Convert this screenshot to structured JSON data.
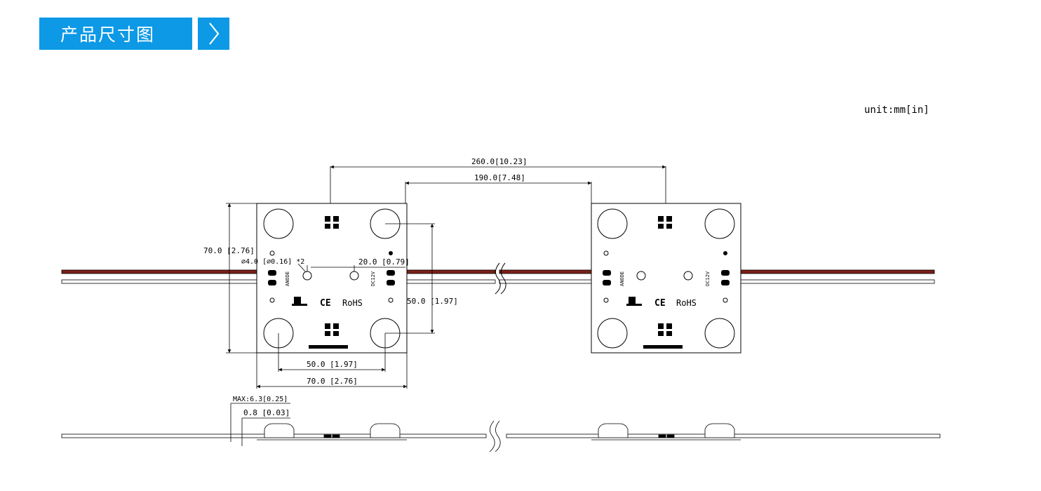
{
  "header": {
    "title": "产品尺寸图",
    "arrow_icon": "chevron-right-icon",
    "color": "#0d99e6"
  },
  "unit_label": "unit:mm[in]",
  "dimensions": {
    "module_pitch": "260.0[10.23]",
    "module_gap": "190.0[7.48]",
    "module_height": "70.0 [2.76]",
    "module_width": "70.0 [2.76]",
    "hole_spacing_h": "50.0 [1.97]",
    "hole_spacing_v": "50.0 [1.97]",
    "hole_diameter": "⌀4.0 [⌀0.16] *2",
    "hole_pitch": "20.0 [0.79]",
    "max_height": "MAX:6.3[0.25]",
    "board_thickness": "0.8 [0.03]"
  },
  "board_markings": {
    "rohs": "RoHS",
    "ce": "CE",
    "anode": "ANODE",
    "dc12v": "DC12V"
  },
  "colors": {
    "red_wire": "#7a2018",
    "line": "#000000"
  }
}
